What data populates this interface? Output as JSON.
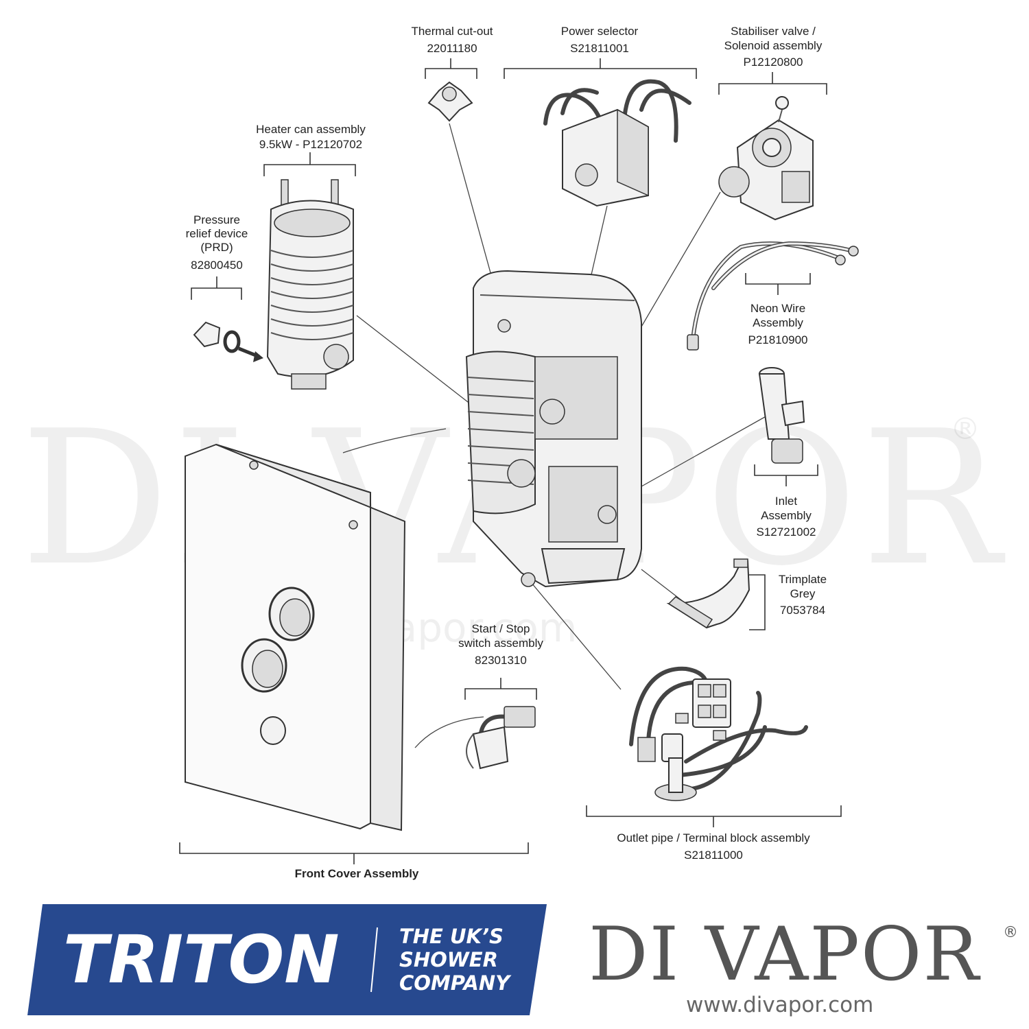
{
  "watermark": {
    "big": "DI VAPOR",
    "reg": "®",
    "url": "www.divapor.com"
  },
  "parts": [
    {
      "name": "Thermal cut-out",
      "code": "22011180"
    },
    {
      "name": "Power selector",
      "code": "S21811001"
    },
    {
      "name_lines": [
        "Stabiliser valve /",
        "Solenoid assembly"
      ],
      "code": "P12120800"
    },
    {
      "name_lines": [
        "Heater can assembly"
      ],
      "code": "9.5kW - P12120702"
    },
    {
      "name_lines": [
        "Pressure",
        "relief device",
        "(PRD)"
      ],
      "code": "82800450"
    },
    {
      "name_lines": [
        "Neon Wire",
        "Assembly"
      ],
      "code": "P21810900"
    },
    {
      "name_lines": [
        "Inlet",
        "Assembly"
      ],
      "code": "S12721002"
    },
    {
      "name_lines": [
        "Trimplate",
        "Grey"
      ],
      "code": "7053784"
    },
    {
      "name_lines": [
        "Start / Stop",
        "switch assembly"
      ],
      "code": "82301310"
    },
    {
      "name": "Outlet pipe / Terminal block assembly",
      "code": "S21811000"
    },
    {
      "name": "Front Cover Assembly"
    }
  ],
  "brand": {
    "triton": "TRITON",
    "tagline": [
      "THE UK’S",
      "SHOWER",
      "COMPANY"
    ],
    "divapor": "DI VAPOR",
    "reg": "®",
    "url": "www.divapor.com"
  },
  "colors": {
    "triton_blue": "#27498f",
    "divapor_grey": "#555555"
  }
}
